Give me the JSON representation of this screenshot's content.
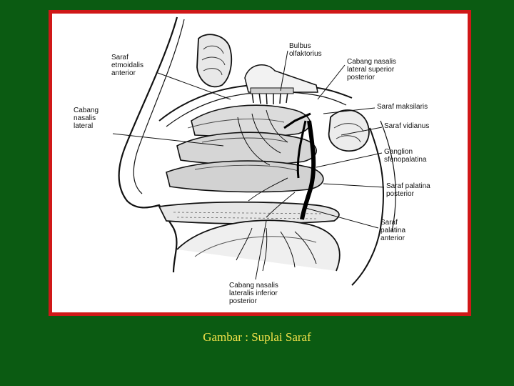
{
  "labels": {
    "bulbus": "Bulbus\nolfaktorius",
    "ethmoid": "Saraf\netmoidalis\nanterior",
    "lateral_superior": "Cabang nasalis\nlateral superior\nposterior",
    "nasalis_lateral": "Cabang\nnasalis\nlateral",
    "maksilaris": "Saraf maksilaris",
    "vidianus": "Saraf vidianus",
    "ganglion": "Ganglion\nsfenopalatina",
    "palatina_posterior": "Saraf palatina\nposterior",
    "palatina_anterior": "Saraf\npalatina\nanterior",
    "inferior": "Cabang nasalis\nlateralis inferior\nposterior"
  },
  "caption": "Gambar : Suplai Saraf",
  "colors": {
    "background": "#0b5b12",
    "frame": "#d01818",
    "caption": "#f2e24a"
  }
}
